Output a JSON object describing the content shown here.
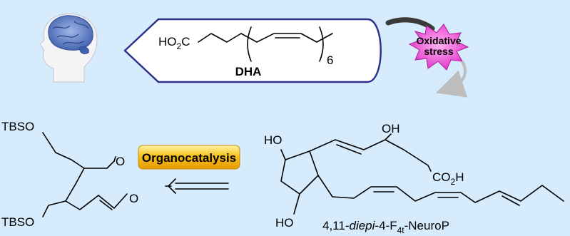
{
  "dha_box": {
    "formula_main": "HO",
    "formula_sub": "2",
    "formula_tail": "C",
    "repeat_count": "6",
    "name": "DHA"
  },
  "stress_badge": {
    "line1": "Oxidative",
    "line2": "stress"
  },
  "catalysis_label": "Organocatalysis",
  "left_molecule": {
    "group_top": "TBSO",
    "group_bottom": "TBSO"
  },
  "right_molecule": {
    "ho_top": "HO",
    "ho_bottom": "HO",
    "oh_top": "OH",
    "acid_main": "CO",
    "acid_sub": "2",
    "acid_tail": "H",
    "name_prefix": "4,11-",
    "name_italic": "diepi",
    "name_mid": "-4-F",
    "name_sub": "4t",
    "name_suffix": "-NeuroP"
  },
  "colors": {
    "background": "#d6ebfb",
    "dha_border": "#2b2f8a",
    "catalysis_fill": "#f7c21a",
    "stress_fill": "#e83fd0"
  }
}
